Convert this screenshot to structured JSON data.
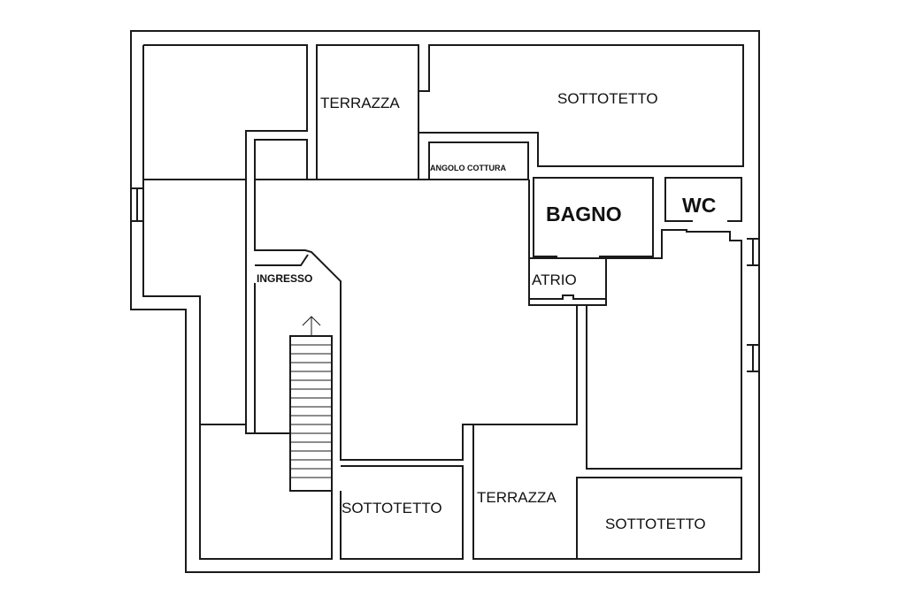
{
  "rooms": {
    "terrazza_top": "TERRAZZA",
    "sottotetto_top": "SOTTOTETTO",
    "angolo_cottura": "ANGOLO COTTURA",
    "bagno": "BAGNO",
    "wc": "WC",
    "ingresso": "INGRESSO",
    "atrio": "ATRIO",
    "sottotetto_bottom_left": "SOTTOTETTO",
    "terrazza_bottom": "TERRAZZA",
    "sottotetto_bottom_right": "SOTTOTETTO"
  }
}
